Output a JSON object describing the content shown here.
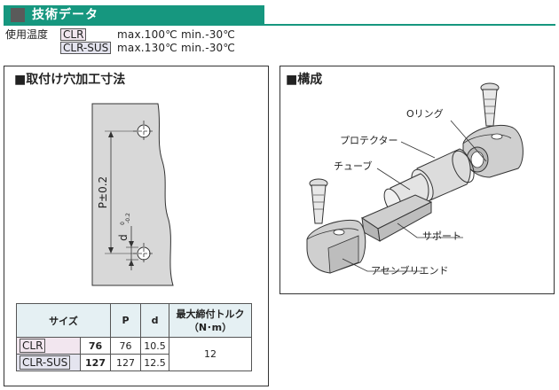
{
  "header": {
    "title": "技術データ"
  },
  "spec": {
    "label": "使用温度",
    "rows": [
      {
        "grade": "CLR",
        "temp": "max.100℃  min.-30℃"
      },
      {
        "grade": "CLR-SUS",
        "temp": "max.130℃  min.-30℃"
      }
    ]
  },
  "mounting": {
    "title": "■取付け穴加工寸法",
    "pitch_label": "P±0.2",
    "d_label": "d",
    "d_tol_upper": "0",
    "d_tol_lower": "-0.2"
  },
  "composition": {
    "title": "■構成",
    "parts": {
      "oring": "Oリング",
      "protector": "プロテクター",
      "tube": "チューブ",
      "support": "サポート",
      "assembly_end": "アセンブリエンド"
    }
  },
  "table": {
    "headers": {
      "size": "サイズ",
      "p": "P",
      "d": "d",
      "torque_1": "最大締付トルク",
      "torque_2": "（N･m）"
    },
    "rows": [
      {
        "grade": "CLR",
        "size": "76",
        "p": "76",
        "d": "10.5"
      },
      {
        "grade": "CLR-SUS",
        "size": "127",
        "p": "127",
        "d": "12.5"
      }
    ],
    "torque": "12"
  },
  "colors": {
    "accent": "#16977f",
    "table_header": "#e5f0f3",
    "plate": "#d8d8d8",
    "part_shade": "#c8c8c8"
  }
}
